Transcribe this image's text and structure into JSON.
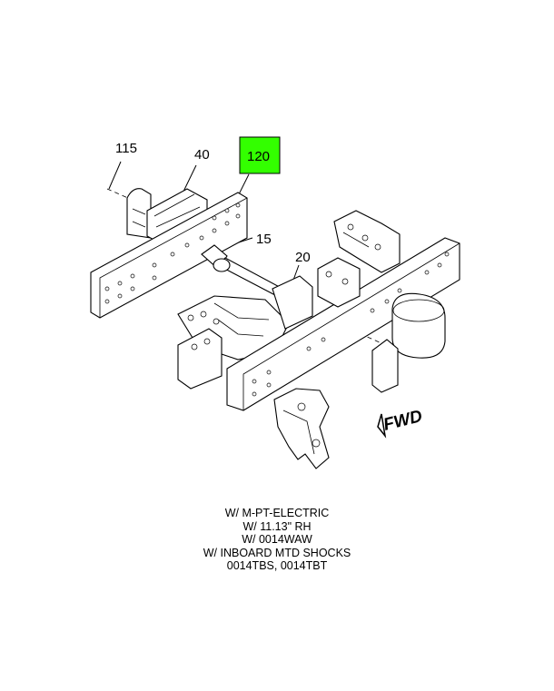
{
  "callouts": {
    "c115": "115",
    "c40": "40",
    "c120": "120",
    "c15": "15",
    "c20": "20"
  },
  "highlight": {
    "label": "120",
    "color": "#33ff00"
  },
  "fwd_label": "FWD",
  "notes": [
    "W/ M-PT-ELECTRIC",
    "W/ 11.13\" RH",
    "W/ 0014WAW",
    "W/ INBOARD MTD SHOCKS",
    "0014TBS, 0014TBT"
  ]
}
